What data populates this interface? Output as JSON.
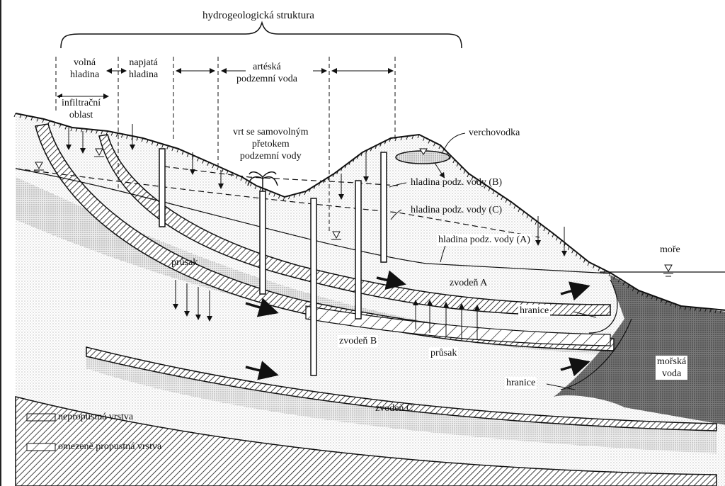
{
  "title": "hydrogeologická struktura",
  "zones": {
    "volna": [
      "volná",
      "hladina"
    ],
    "napjata": [
      "napjatá",
      "hladina"
    ],
    "arteska": [
      "artéská",
      "podzemní voda"
    ],
    "infiltracni": [
      "infiltrační",
      "oblast"
    ]
  },
  "labels": {
    "vrt": [
      "vrt se samovolným",
      "přetokem",
      "podzemní vody"
    ],
    "verchovodka": "verchovodka",
    "hladina_b": "hladina podz. vody (B)",
    "hladina_c": "hladina podz. vody (C)",
    "hladina_a": "hladina podz. vody (A)",
    "more": "moře",
    "prusak1": "průsak",
    "prusak2": "průsak",
    "zvoden_a": "zvodeň A",
    "zvoden_b": "zvodeň B",
    "zvoden_c": "zvodeň C",
    "hranice1": "hranice",
    "hranice2": "hranice",
    "morska_voda": [
      "mořská",
      "voda"
    ]
  },
  "legend": {
    "impermeable": "nepropustná vrstva",
    "limited": "omezeně propustná vrstva"
  }
}
